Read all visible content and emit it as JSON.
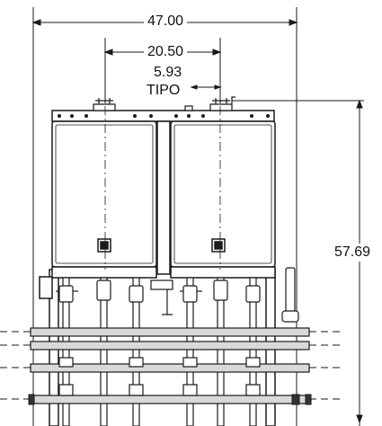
{
  "dimensions": {
    "overall_width": "47.00",
    "unit_spacing": "20.50",
    "offset": "5.93",
    "offset_note": "TIPO",
    "overall_height": "57.69"
  },
  "colors": {
    "line": "#1a1a1a",
    "fill": "#ffffff",
    "pipe": "#d9d9d9",
    "dark": "#333333"
  }
}
